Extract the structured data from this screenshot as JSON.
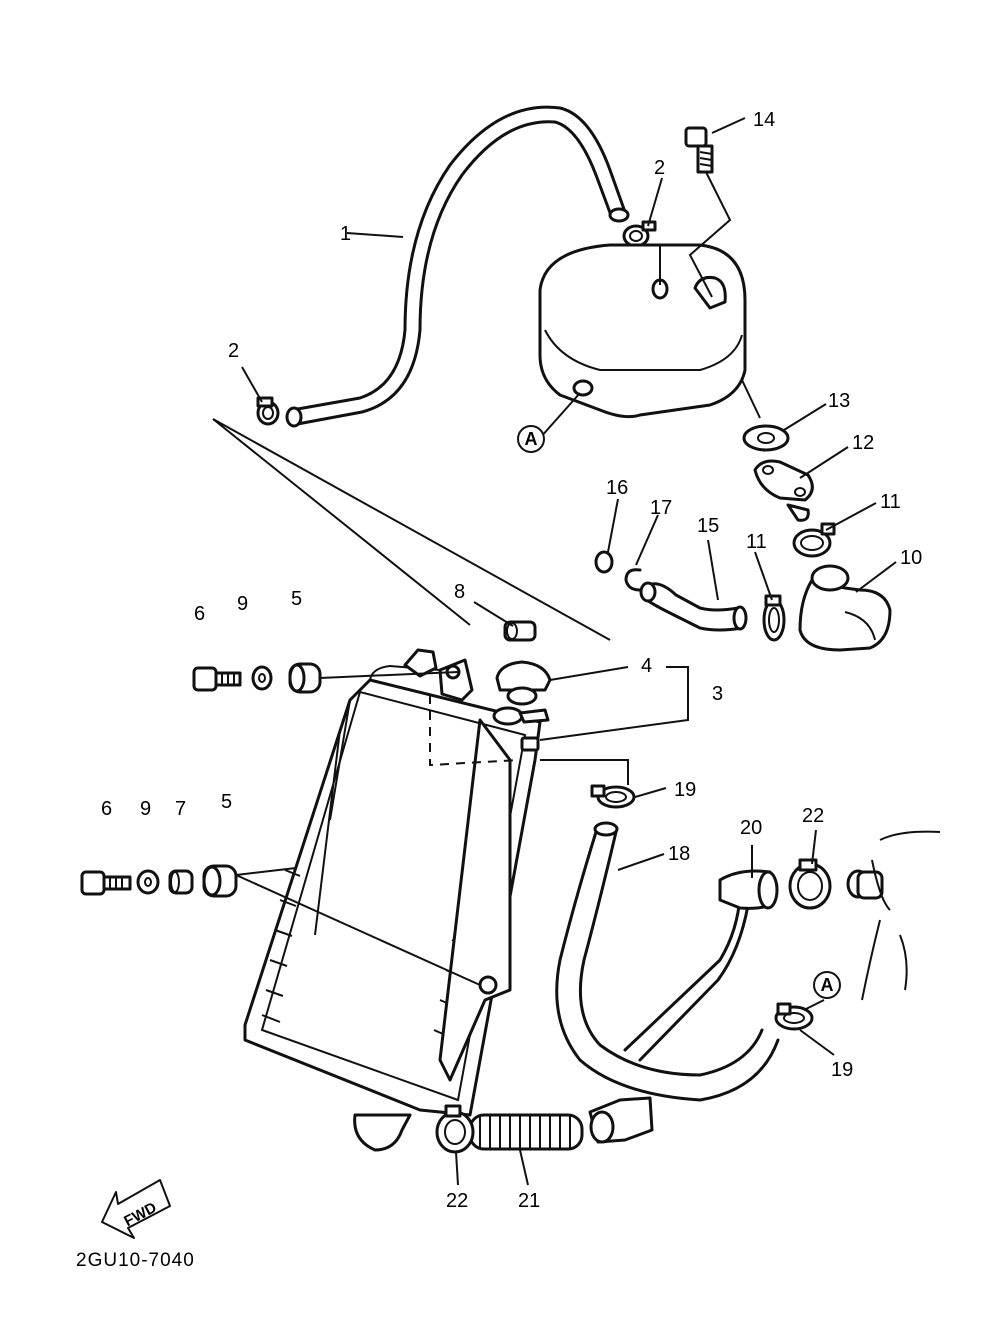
{
  "figure_code": "2GU10-7040",
  "forward_label": "FWD",
  "ref_marker": "A",
  "callouts": {
    "c1": "1",
    "c2a": "2",
    "c2b": "2",
    "c3": "3",
    "c4": "4",
    "c5a": "5",
    "c5b": "5",
    "c6a": "6",
    "c6b": "6",
    "c7": "7",
    "c8": "8",
    "c9a": "9",
    "c9b": "9",
    "c10": "10",
    "c11a": "11",
    "c11b": "11",
    "c12": "12",
    "c13": "13",
    "c14": "14",
    "c15": "15",
    "c16": "16",
    "c17": "17",
    "c18": "18",
    "c19a": "19",
    "c19b": "19",
    "c20": "20",
    "c21": "21",
    "c22a": "22",
    "c22b": "22"
  }
}
